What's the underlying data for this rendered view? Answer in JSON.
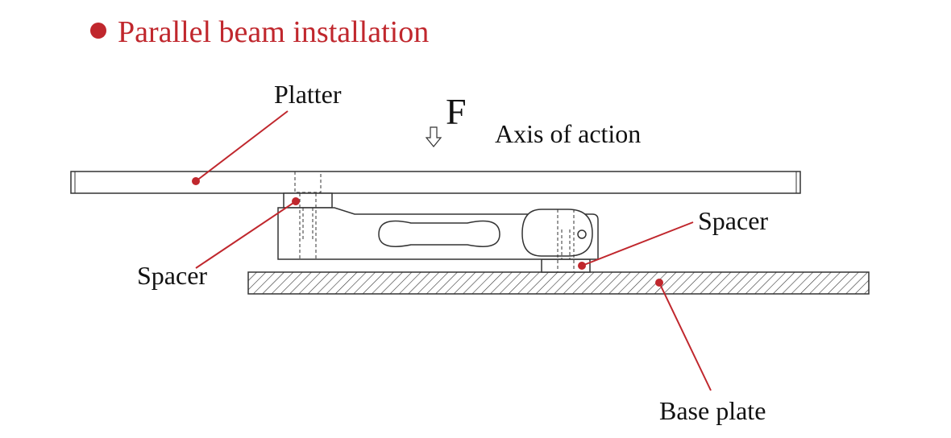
{
  "title": "Parallel beam installation",
  "labels": {
    "platter": "Platter",
    "force": "F",
    "axis": "Axis of action",
    "spacer_left": "Spacer",
    "spacer_right": "Spacer",
    "base_plate": "Base plate"
  },
  "colors": {
    "accent": "#c0272d",
    "line": "#333333",
    "text": "#111111"
  }
}
